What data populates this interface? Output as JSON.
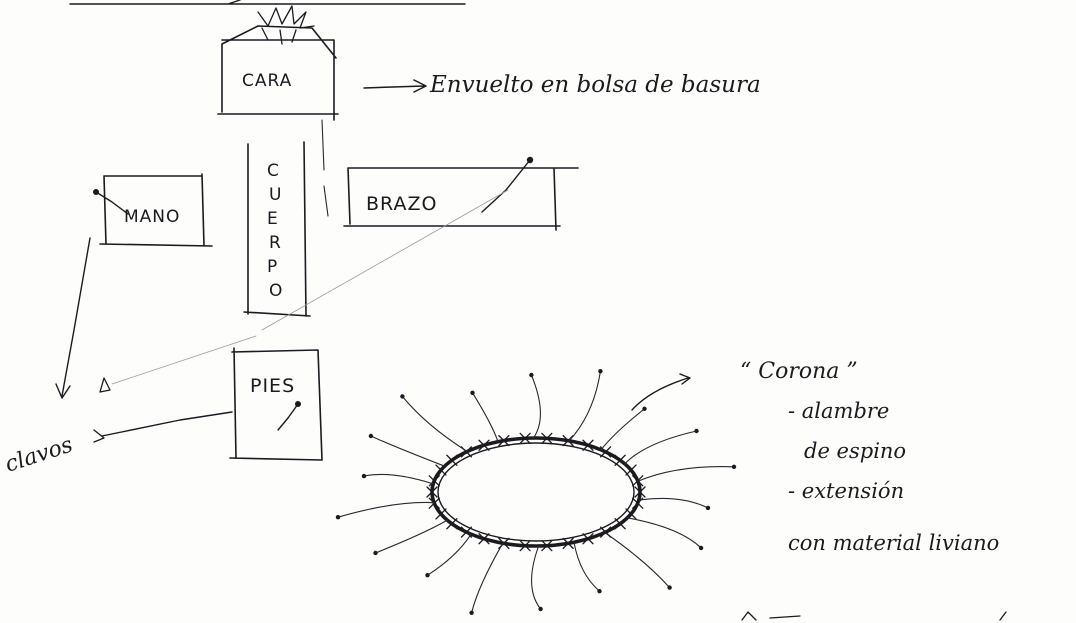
{
  "parts": {
    "face": "CARA",
    "body_letters": [
      "C",
      "U",
      "E",
      "R",
      "P",
      "O"
    ],
    "hand": "MANO",
    "arm": "BRAZO",
    "feet": "PIES"
  },
  "notes": {
    "face_note": "Envuelto en bolsa de basura",
    "nails_label": "clavos",
    "crown_title": "“ Corona ”",
    "crown_points": [
      "- alambre",
      "de espino",
      "- extensión",
      "con material liviano"
    ]
  }
}
